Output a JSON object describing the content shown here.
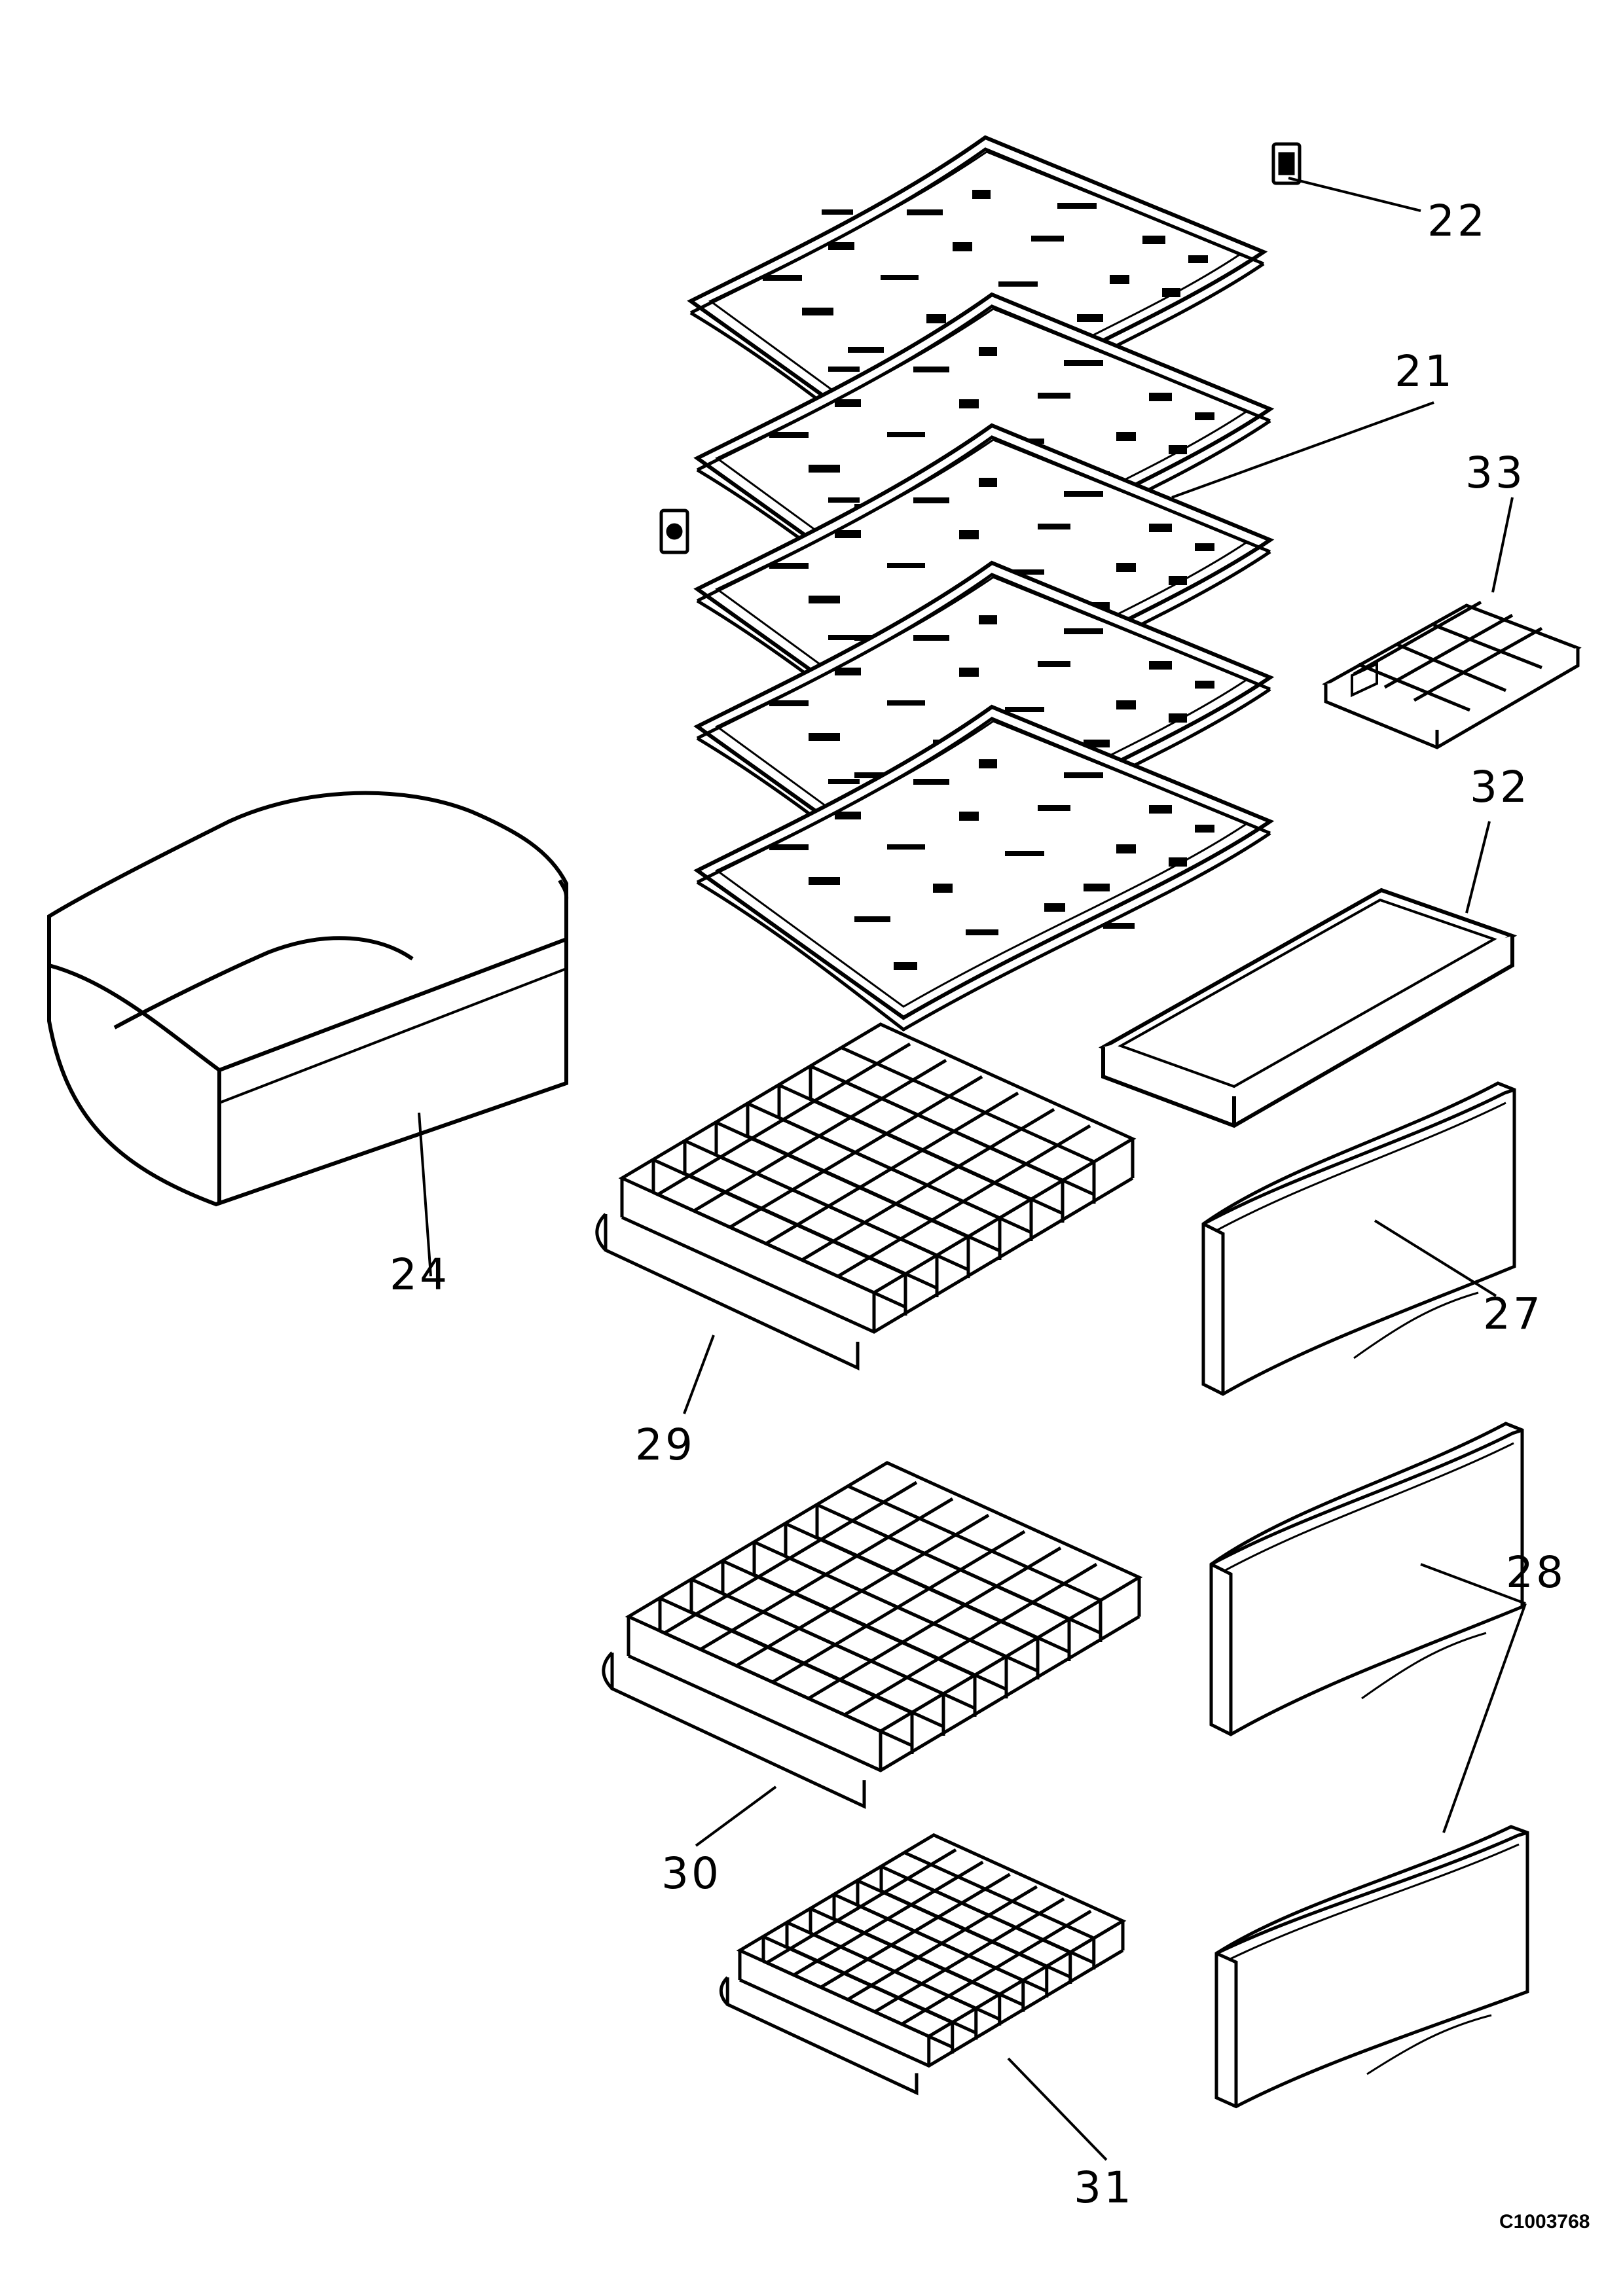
{
  "diagram": {
    "callouts": {
      "c21": "21",
      "c22": "22",
      "c24": "24",
      "c27": "27",
      "c28": "28",
      "c29": "29",
      "c30": "30",
      "c31": "31",
      "c32": "32",
      "c33": "33"
    },
    "reference_code": "C1003768"
  }
}
